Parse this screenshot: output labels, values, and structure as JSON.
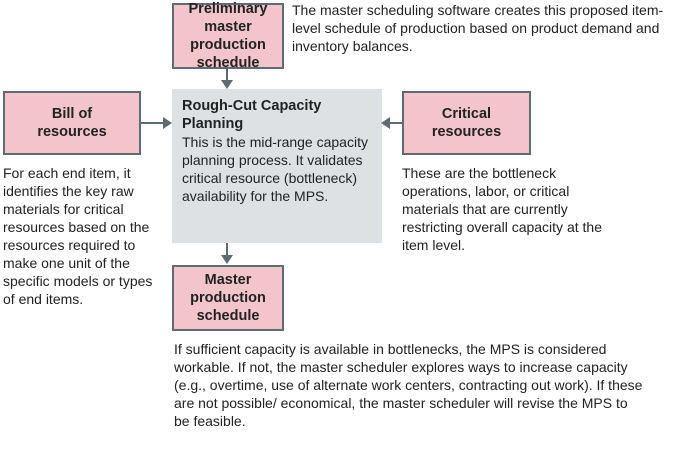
{
  "boxes": {
    "preliminary_mps": "Preliminary master production schedule",
    "bill_of_resources": "Bill of resources",
    "critical_resources": "Critical resources",
    "master_production_schedule": "Master production schedule"
  },
  "center": {
    "title": "Rough-Cut Capacity Planning",
    "body": "This is the mid-range capacity planning process. It validates critical resource (bottleneck) availability for the MPS."
  },
  "descriptions": {
    "preliminary_mps": "The master scheduling software creates this proposed item-level schedule of production based on product demand and inventory balances.",
    "bill_of_resources": "For each end item, it identifies the key raw materials for critical resources based on the resources required to make one unit of the specific models or types of end items.",
    "critical_resources": "These are the bottleneck operations, labor, or critical materials that are currently restricting overall capacity at the item level.",
    "master_production_schedule": "If sufficient capacity is available in bottlenecks, the MPS is considered workable. If not, the master scheduler explores ways to increase capacity (e.g., overtime, use of alternate work centers, contracting out work). If these are not possible/ economical, the master scheduler will revise the MPS to be feasible."
  },
  "colors": {
    "box_fill": "#f2c5cb",
    "center_fill": "#dee1e3",
    "line": "#5f6a72"
  }
}
